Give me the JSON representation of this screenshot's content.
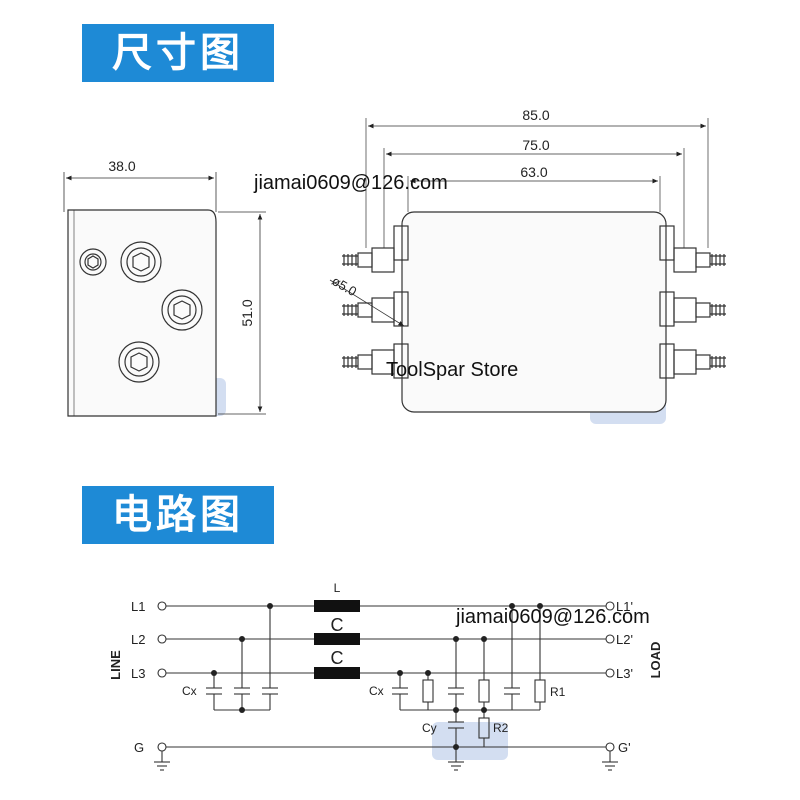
{
  "headings": {
    "dimension_drawing": "尺寸图",
    "circuit_diagram": "电路图"
  },
  "dimensions": {
    "width_side": "38.0",
    "height_side": "51.0",
    "length_total": "85.0",
    "length_mid": "75.0",
    "length_body": "63.0",
    "hole_diameter": "ø5.0"
  },
  "circuit": {
    "inputs": [
      "L1",
      "L2",
      "L3"
    ],
    "outputs": [
      "L1'",
      "L2'",
      "L3'"
    ],
    "ground_in": "G",
    "ground_out": "G'",
    "inductor": "L",
    "choke_c1": "C",
    "choke_c2": "C",
    "cx_left": "Cx",
    "cx_right": "Cx",
    "cy": "Cy",
    "r1": "R1",
    "r2": "R2",
    "side_line": "LINE",
    "side_load": "LOAD"
  },
  "watermarks": {
    "email_top": "jiamai0609@126.com",
    "email_bottom": "jiamai0609@126.com",
    "store": "ToolSpar Store"
  },
  "colors": {
    "banner": "#1e8ad6",
    "line": "#222222"
  }
}
